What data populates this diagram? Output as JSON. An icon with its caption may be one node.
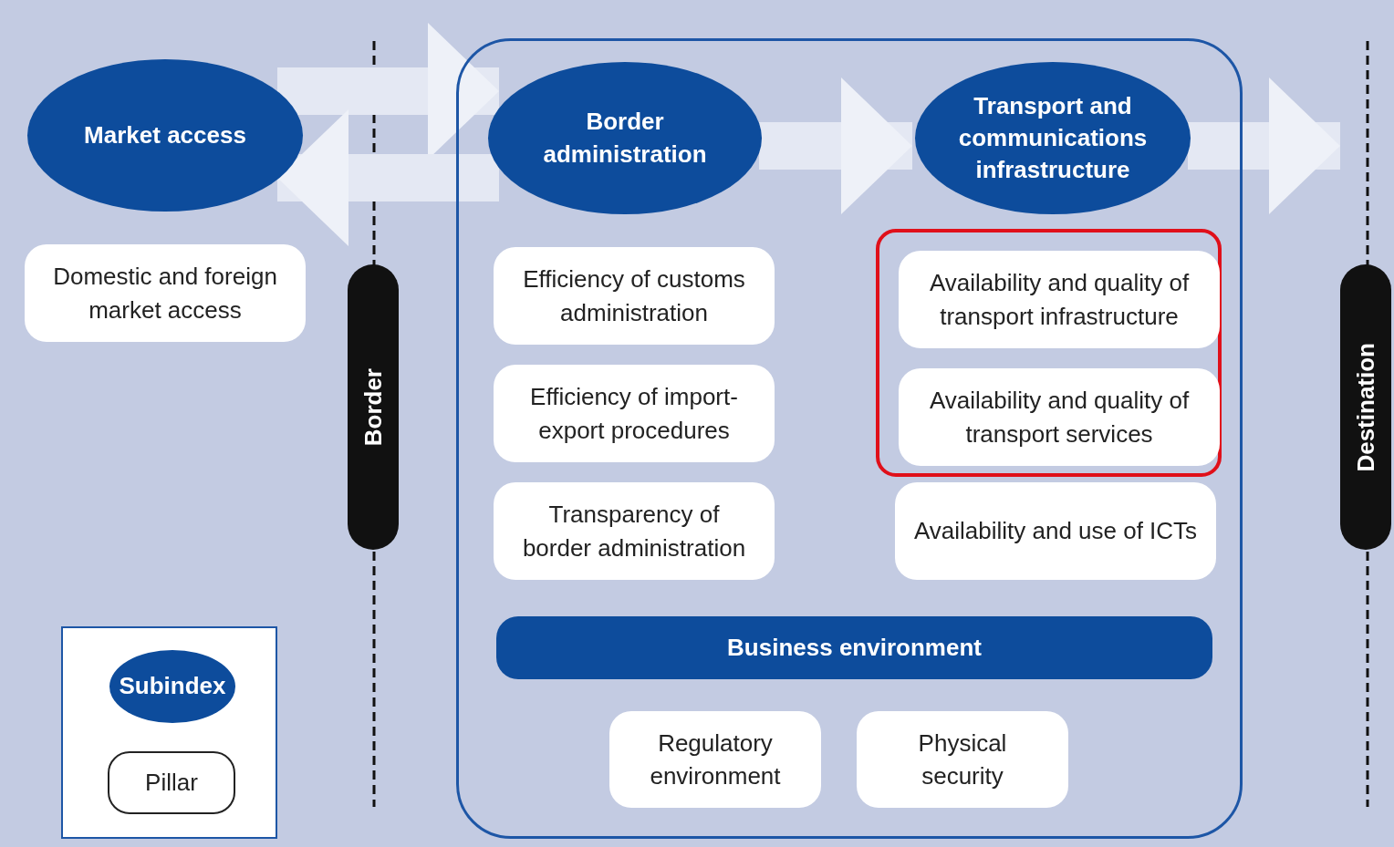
{
  "diagram": {
    "nodes": [
      {
        "text": [
          "Market access"
        ]
      },
      {
        "text": [
          "Domestic and foreign market access"
        ]
      },
      {
        "text": [
          "Border"
        ]
      },
      {
        "text": [],
        "shape": "box"
      },
      {
        "text": [
          "Border administration"
        ],
        "in": 3
      },
      {
        "text": [
          "Transport and communications infrastructure"
        ],
        "in": 3
      },
      {
        "text": [
          "Efficiency of customs administration"
        ],
        "in": 3
      },
      {
        "text": [
          "Efficiency of import-export procedures"
        ],
        "in": 3
      },
      {
        "text": [
          "Transparency of border administration"
        ],
        "in": 3
      },
      {
        "text": [],
        "shape": "box",
        "in": 3
      },
      {
        "text": [
          "Availability and quality of transport infrastructure"
        ],
        "in": 9
      },
      {
        "text": [
          "Availability and quality of transport services"
        ],
        "in": 9
      },
      {
        "text": [
          "Availability and use of ICTs"
        ],
        "in": 3
      },
      {
        "text": [
          "Business environment"
        ],
        "in": 3
      },
      {
        "text": [
          "Regulatory environment"
        ],
        "in": 3
      },
      {
        "text": [
          "Physical security"
        ],
        "in": 3
      },
      {
        "text": [
          "Destination"
        ]
      }
    ],
    "edges": [
      {
        "from": 0,
        "to": 4,
        "arrow": "to"
      },
      {
        "from": 4,
        "to": 0,
        "arrow": "to"
      },
      {
        "from": 4,
        "to": 5,
        "arrow": "to"
      },
      {
        "from": 5,
        "to": 16,
        "arrow": "to"
      }
    ],
    "legend": [
      {
        "text": "Subindex"
      },
      {
        "text": "Pillar"
      }
    ]
  }
}
